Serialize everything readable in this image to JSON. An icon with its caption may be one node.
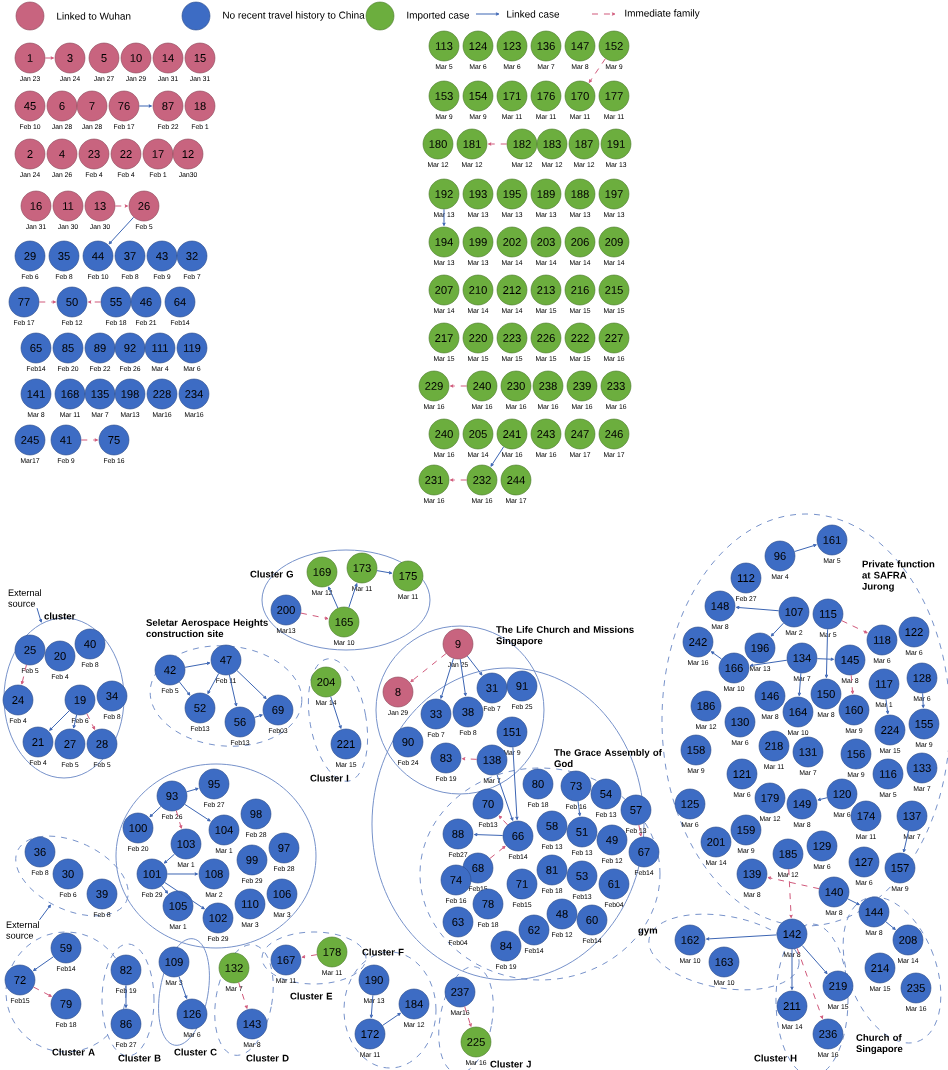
{
  "diagram": {
    "nodes": [
      {
        "text": [
          "1"
        ],
        "beside": [
          "Jan 23"
        ]
      },
      {
        "text": [
          "3"
        ],
        "beside": [
          "Jan 24"
        ]
      },
      {
        "text": [
          "5"
        ],
        "beside": [
          "Jan 27"
        ]
      },
      {
        "text": [
          "10"
        ],
        "beside": [
          "Jan 29"
        ]
      },
      {
        "text": [
          "14"
        ],
        "beside": [
          "Jan 31"
        ]
      },
      {
        "text": [
          "15"
        ],
        "beside": [
          "Jan 31"
        ]
      },
      {
        "text": [
          "45"
        ],
        "beside": [
          "Feb 10"
        ]
      },
      {
        "text": [
          "6"
        ],
        "beside": [
          "Jan 28"
        ]
      },
      {
        "text": [
          "7"
        ],
        "beside": [
          "Jan 28"
        ]
      },
      {
        "text": [
          "76"
        ],
        "beside": [
          "Feb 17"
        ]
      },
      {
        "text": [
          "87"
        ],
        "beside": [
          "Feb 22"
        ]
      },
      {
        "text": [
          "18"
        ],
        "beside": [
          "Feb 1"
        ]
      },
      {
        "text": [
          "2"
        ],
        "beside": [
          "Jan 24"
        ]
      },
      {
        "text": [
          "4"
        ],
        "beside": [
          "Jan 26"
        ]
      },
      {
        "text": [
          "23"
        ],
        "beside": [
          "Feb 4"
        ]
      },
      {
        "text": [
          "22"
        ],
        "beside": [
          "Feb 4"
        ]
      },
      {
        "text": [
          "17"
        ],
        "beside": [
          "Feb 1"
        ]
      },
      {
        "text": [
          "12"
        ],
        "beside": [
          "Jan30"
        ]
      },
      {
        "text": [
          "16"
        ],
        "beside": [
          "Jan 31"
        ]
      },
      {
        "text": [
          "11"
        ],
        "beside": [
          "Jan 30"
        ]
      },
      {
        "text": [
          "13"
        ],
        "beside": [
          "Jan 30"
        ]
      },
      {
        "text": [
          "26"
        ],
        "beside": [
          "Feb 5"
        ]
      },
      {
        "text": [
          "29"
        ],
        "beside": [
          "Feb 6"
        ]
      },
      {
        "text": [
          "35"
        ],
        "beside": [
          "Feb 8"
        ]
      },
      {
        "text": [
          "44"
        ],
        "beside": [
          "Feb 10"
        ]
      },
      {
        "text": [
          "37"
        ],
        "beside": [
          "Feb 8"
        ]
      },
      {
        "text": [
          "43"
        ],
        "beside": [
          "Feb 9"
        ]
      },
      {
        "text": [
          "32"
        ],
        "beside": [
          "Feb 7"
        ]
      },
      {
        "text": [
          "77"
        ],
        "beside": [
          "Feb 17"
        ]
      },
      {
        "text": [
          "50"
        ],
        "beside": [
          "Feb 12"
        ]
      },
      {
        "text": [
          "55"
        ],
        "beside": [
          "Feb 18"
        ]
      },
      {
        "text": [
          "46"
        ],
        "beside": [
          "Feb 21"
        ]
      },
      {
        "text": [
          "64"
        ],
        "beside": [
          "Feb14"
        ]
      },
      {
        "text": [
          "65"
        ],
        "beside": [
          "Feb14"
        ]
      },
      {
        "text": [
          "85"
        ],
        "beside": [
          "Feb 20"
        ]
      },
      {
        "text": [
          "89"
        ],
        "beside": [
          "Feb 22"
        ]
      },
      {
        "text": [
          "92"
        ],
        "beside": [
          "Feb 26"
        ]
      },
      {
        "text": [
          "111"
        ],
        "beside": [
          "Mar 4"
        ]
      },
      {
        "text": [
          "119"
        ],
        "beside": [
          "Mar 6"
        ]
      },
      {
        "text": [
          "141"
        ],
        "beside": [
          "Mar 8"
        ]
      },
      {
        "text": [
          "168"
        ],
        "beside": [
          "Mar 11"
        ]
      },
      {
        "text": [
          "135"
        ],
        "beside": [
          "Mar 7"
        ]
      },
      {
        "text": [
          "198"
        ],
        "beside": [
          "Mar13"
        ]
      },
      {
        "text": [
          "228"
        ],
        "beside": [
          "Mar16"
        ]
      },
      {
        "text": [
          "234"
        ],
        "beside": [
          "Mar16"
        ]
      },
      {
        "text": [
          "245"
        ],
        "beside": [
          "Mar17"
        ]
      },
      {
        "text": [
          "41"
        ],
        "beside": [
          "Feb 9"
        ]
      },
      {
        "text": [
          "75"
        ],
        "beside": [
          "Feb 16"
        ]
      },
      {
        "text": [
          "113"
        ],
        "beside": [
          "Mar 5"
        ]
      },
      {
        "text": [
          "124"
        ],
        "beside": [
          "Mar 6"
        ]
      },
      {
        "text": [
          "123"
        ],
        "beside": [
          "Mar 6"
        ]
      },
      {
        "text": [
          "136"
        ],
        "beside": [
          "Mar 7"
        ]
      },
      {
        "text": [
          "147"
        ],
        "beside": [
          "Mar 8"
        ]
      },
      {
        "text": [
          "152"
        ],
        "beside": [
          "Mar 9"
        ]
      },
      {
        "text": [
          "153"
        ],
        "beside": [
          "Mar 9"
        ]
      },
      {
        "text": [
          "154"
        ],
        "beside": [
          "Mar 9"
        ]
      },
      {
        "text": [
          "171"
        ],
        "beside": [
          "Mar 11"
        ]
      },
      {
        "text": [
          "176"
        ],
        "beside": [
          "Mar 11"
        ]
      },
      {
        "text": [
          "170"
        ],
        "beside": [
          "Mar 11"
        ]
      },
      {
        "text": [
          "177"
        ],
        "beside": [
          "Mar 11"
        ]
      },
      {
        "text": [
          "180"
        ],
        "beside": [
          "Mar 12"
        ]
      },
      {
        "text": [
          "181"
        ],
        "beside": [
          "Mar 12"
        ]
      },
      {
        "text": [
          "182"
        ],
        "beside": [
          "Mar 12"
        ]
      },
      {
        "text": [
          "183"
        ],
        "beside": [
          "Mar 12"
        ]
      },
      {
        "text": [
          "187"
        ],
        "beside": [
          "Mar 12"
        ]
      },
      {
        "text": [
          "191"
        ],
        "beside": [
          "Mar 13"
        ]
      },
      {
        "text": [
          "192"
        ],
        "beside": [
          "Mar 13"
        ]
      },
      {
        "text": [
          "193"
        ],
        "beside": [
          "Mar 13"
        ]
      },
      {
        "text": [
          "195"
        ],
        "beside": [
          "Mar 13"
        ]
      },
      {
        "text": [
          "189"
        ],
        "beside": [
          "Mar 13"
        ]
      },
      {
        "text": [
          "188"
        ],
        "beside": [
          "Mar 13"
        ]
      },
      {
        "text": [
          "197"
        ],
        "beside": [
          "Mar 13"
        ]
      },
      {
        "text": [
          "194"
        ],
        "beside": [
          "Mar 13"
        ]
      },
      {
        "text": [
          "199"
        ],
        "beside": [
          "Mar 13"
        ]
      },
      {
        "text": [
          "202"
        ],
        "beside": [
          "Mar 14"
        ]
      },
      {
        "text": [
          "203"
        ],
        "beside": [
          "Mar 14"
        ]
      },
      {
        "text": [
          "206"
        ],
        "beside": [
          "Mar 14"
        ]
      },
      {
        "text": [
          "209"
        ],
        "beside": [
          "Mar 14"
        ]
      },
      {
        "text": [
          "207"
        ],
        "beside": [
          "Mar 14"
        ]
      },
      {
        "text": [
          "210"
        ],
        "beside": [
          "Mar 14"
        ]
      },
      {
        "text": [
          "212"
        ],
        "beside": [
          "Mar 14"
        ]
      },
      {
        "text": [
          "213"
        ],
        "beside": [
          "Mar 15"
        ]
      },
      {
        "text": [
          "216"
        ],
        "beside": [
          "Mar 15"
        ]
      },
      {
        "text": [
          "215"
        ],
        "beside": [
          "Mar 15"
        ]
      },
      {
        "text": [
          "217"
        ],
        "beside": [
          "Mar 15"
        ]
      },
      {
        "text": [
          "220"
        ],
        "beside": [
          "Mar 15"
        ]
      },
      {
        "text": [
          "223"
        ],
        "beside": [
          "Mar 15"
        ]
      },
      {
        "text": [
          "226"
        ],
        "beside": [
          "Mar 15"
        ]
      },
      {
        "text": [
          "222"
        ],
        "beside": [
          "Mar 15"
        ]
      },
      {
        "text": [
          "227"
        ],
        "beside": [
          "Mar 16"
        ]
      },
      {
        "text": [
          "229"
        ],
        "beside": [
          "Mar 16"
        ]
      },
      {
        "text": [
          "240"
        ],
        "beside": [
          "Mar 16"
        ]
      },
      {
        "text": [
          "230"
        ],
        "beside": [
          "Mar 16"
        ]
      },
      {
        "text": [
          "238"
        ],
        "beside": [
          "Mar 16"
        ]
      },
      {
        "text": [
          "239"
        ],
        "beside": [
          "Mar 16"
        ]
      },
      {
        "text": [
          "233"
        ],
        "beside": [
          "Mar 16"
        ]
      },
      {
        "text": [
          "240"
        ],
        "beside": [
          "Mar 16"
        ]
      },
      {
        "text": [
          "205"
        ],
        "beside": [
          "Mar 14"
        ]
      },
      {
        "text": [
          "241"
        ],
        "beside": [
          "Mar 16"
        ]
      },
      {
        "text": [
          "243"
        ],
        "beside": [
          "Mar 16"
        ]
      },
      {
        "text": [
          "247"
        ],
        "beside": [
          "Mar 17"
        ]
      },
      {
        "text": [
          "246"
        ],
        "beside": [
          "Mar 17"
        ]
      },
      {
        "text": [
          "231"
        ],
        "beside": [
          "Mar 16"
        ]
      },
      {
        "text": [
          "232"
        ],
        "beside": [
          "Mar 16"
        ]
      },
      {
        "text": [
          "244"
        ],
        "beside": [
          "Mar 17"
        ]
      },
      {
        "text": [
          "External source"
        ]
      },
      {
        "text": [
          "cluster"
        ]
      },
      {
        "text": [
          "25"
        ],
        "beside": [
          "Feb 5"
        ],
        "in": 106
      },
      {
        "text": [
          "20"
        ],
        "beside": [
          "Feb 4"
        ],
        "in": 106
      },
      {
        "text": [
          "40"
        ],
        "beside": [
          "Feb 8"
        ],
        "in": 106
      },
      {
        "text": [
          "24"
        ],
        "beside": [
          "Feb 4"
        ],
        "in": 106
      },
      {
        "text": [
          "19"
        ],
        "beside": [
          "Feb 6"
        ],
        "in": 106
      },
      {
        "text": [
          "34"
        ],
        "beside": [
          "Feb 8"
        ],
        "in": 106
      },
      {
        "text": [
          "21"
        ],
        "beside": [
          "Feb 4"
        ],
        "in": 106
      },
      {
        "text": [
          "27"
        ],
        "beside": [
          "Feb 5"
        ],
        "in": 106
      },
      {
        "text": [
          "28"
        ],
        "beside": [
          "Feb 5"
        ],
        "in": 106
      },
      {
        "text": [
          "Seletar Aerospace Heights construction site"
        ]
      },
      {
        "text": [
          "42"
        ],
        "beside": [
          "Feb 5"
        ],
        "in": 116
      },
      {
        "text": [
          "47"
        ],
        "beside": [
          "Feb 11"
        ],
        "in": 116
      },
      {
        "text": [
          "52"
        ],
        "beside": [
          "Feb13"
        ],
        "in": 116
      },
      {
        "text": [
          "56"
        ],
        "beside": [
          "Feb13"
        ],
        "in": 116
      },
      {
        "text": [
          "69"
        ],
        "beside": [
          "Feb03"
        ],
        "in": 116
      },
      {
        "text": [
          "Cluster G"
        ]
      },
      {
        "text": [
          "169"
        ],
        "beside": [
          "Mar 12"
        ],
        "in": 122
      },
      {
        "text": [
          "173"
        ],
        "beside": [
          "Mar 11"
        ],
        "in": 122
      },
      {
        "text": [
          "175"
        ],
        "beside": [
          "Mar 11"
        ],
        "in": 122
      },
      {
        "text": [
          "200"
        ],
        "beside": [
          "Mar13"
        ],
        "in": 122
      },
      {
        "text": [
          "165"
        ],
        "beside": [
          "Mar 10"
        ],
        "in": 122
      },
      {
        "text": [
          "Cluster I"
        ]
      },
      {
        "text": [
          "204"
        ],
        "beside": [
          "Mar 14"
        ],
        "in": 128
      },
      {
        "text": [
          "221"
        ],
        "beside": [
          "Mar 15"
        ],
        "in": 128
      },
      {
        "text": [],
        "shape": "ellipse"
      },
      {
        "text": [
          "The Life Church and Missions Singapore"
        ]
      },
      {
        "text": [
          "9"
        ],
        "beside": [
          "Jan 25"
        ],
        "in": 132
      },
      {
        "text": [
          "8"
        ],
        "beside": [
          "Jan 29"
        ],
        "in": 132
      },
      {
        "text": [
          "33"
        ],
        "beside": [
          "Feb 7"
        ]
      },
      {
        "text": [
          "38"
        ],
        "beside": [
          "Feb 8"
        ]
      },
      {
        "text": [
          "31"
        ],
        "beside": [
          "Feb 7"
        ]
      },
      {
        "text": [
          "91"
        ],
        "beside": [
          "Feb 25"
        ]
      },
      {
        "text": [
          "151"
        ],
        "beside": [
          "Mar 9"
        ]
      },
      {
        "text": [
          "90"
        ],
        "beside": [
          "Feb 24"
        ]
      },
      {
        "text": [
          "83"
        ],
        "beside": [
          "Feb 19"
        ]
      },
      {
        "text": [
          "138"
        ],
        "beside": [
          "Mar 7"
        ]
      },
      {
        "text": [
          "The Grace Assembly of God"
        ],
        "in": 131
      },
      {
        "text": [
          "80"
        ],
        "beside": [
          "Feb 18"
        ],
        "in": 143
      },
      {
        "text": [
          "73"
        ],
        "beside": [
          "Feb 16"
        ],
        "in": 143
      },
      {
        "text": [
          "54"
        ],
        "beside": [
          "Feb 13"
        ],
        "in": 143
      },
      {
        "text": [
          "57"
        ],
        "beside": [
          "Feb 13"
        ],
        "in": 143
      },
      {
        "text": [
          "70"
        ],
        "beside": [
          "Feb13"
        ],
        "in": 143
      },
      {
        "text": [
          "88"
        ],
        "beside": [
          "Feb27"
        ],
        "in": 143
      },
      {
        "text": [
          "66"
        ],
        "beside": [
          "Feb14"
        ],
        "in": 143
      },
      {
        "text": [
          "58"
        ],
        "beside": [
          "Feb 13"
        ],
        "in": 143
      },
      {
        "text": [
          "51"
        ],
        "beside": [
          "Feb 13"
        ],
        "in": 143
      },
      {
        "text": [
          "49"
        ],
        "beside": [
          "Feb 12"
        ],
        "in": 143
      },
      {
        "text": [
          "67"
        ],
        "beside": [
          "Feb14"
        ],
        "in": 143
      },
      {
        "text": [
          "68"
        ],
        "beside": [
          "Feb15"
        ],
        "in": 143
      },
      {
        "text": [
          "74"
        ],
        "beside": [
          "Feb 16"
        ],
        "in": 143
      },
      {
        "text": [
          "71"
        ],
        "beside": [
          "Feb15"
        ],
        "in": 143
      },
      {
        "text": [
          "81"
        ],
        "beside": [
          "Feb 18"
        ],
        "in": 143
      },
      {
        "text": [
          "53"
        ],
        "beside": [
          "Feb13"
        ],
        "in": 143
      },
      {
        "text": [
          "61"
        ],
        "beside": [
          "Feb04"
        ],
        "in": 143
      },
      {
        "text": [
          "78"
        ],
        "beside": [
          "Feb 18"
        ],
        "in": 143
      },
      {
        "text": [
          "63"
        ],
        "beside": [
          "Feb04"
        ],
        "in": 143
      },
      {
        "text": [
          "48"
        ],
        "beside": [
          "Feb 12"
        ],
        "in": 143
      },
      {
        "text": [
          "60"
        ],
        "beside": [
          "Feb14"
        ],
        "in": 143
      },
      {
        "text": [
          "62"
        ],
        "beside": [
          "Feb14"
        ],
        "in": 143
      },
      {
        "text": [
          "84"
        ],
        "beside": [
          "Feb 19"
        ],
        "in": 143
      },
      {
        "text": [],
        "shape": "ellipse"
      },
      {
        "text": [
          "36"
        ],
        "beside": [
          "Feb 8"
        ],
        "in": 167
      },
      {
        "text": [
          "30"
        ],
        "beside": [
          "Feb 6"
        ],
        "in": 167
      },
      {
        "text": [
          "39"
        ],
        "beside": [
          "Feb 8"
        ],
        "in": 167
      },
      {
        "text": [
          "External source"
        ]
      },
      {
        "text": [],
        "shape": "ellipse"
      },
      {
        "text": [
          "95"
        ],
        "beside": [
          "Feb 27"
        ],
        "in": 172
      },
      {
        "text": [
          "93"
        ],
        "beside": [
          "Feb 26"
        ],
        "in": 172
      },
      {
        "text": [
          "100"
        ],
        "beside": [
          "Feb 20"
        ],
        "in": 172
      },
      {
        "text": [
          "104"
        ],
        "beside": [
          "Mar 1"
        ],
        "in": 172
      },
      {
        "text": [
          "98"
        ],
        "beside": [
          "Feb 28"
        ],
        "in": 172
      },
      {
        "text": [
          "103"
        ],
        "beside": [
          "Mar 1"
        ],
        "in": 172
      },
      {
        "text": [
          "97"
        ],
        "beside": [
          "Feb 28"
        ],
        "in": 172
      },
      {
        "text": [
          "99"
        ],
        "beside": [
          "Feb 29"
        ],
        "in": 172
      },
      {
        "text": [
          "101"
        ],
        "beside": [
          "Feb 29"
        ],
        "in": 172
      },
      {
        "text": [
          "108"
        ],
        "beside": [
          "Mar 2"
        ],
        "in": 172
      },
      {
        "text": [
          "106"
        ],
        "beside": [
          "Mar 3"
        ],
        "in": 172
      },
      {
        "text": [
          "110"
        ],
        "beside": [
          "Mar 3"
        ],
        "in": 172
      },
      {
        "text": [
          "105"
        ],
        "beside": [
          "Mar 1"
        ],
        "in": 172
      },
      {
        "text": [
          "102"
        ],
        "beside": [
          "Feb 29"
        ],
        "in": 172
      },
      {
        "text": [
          "Cluster A"
        ]
      },
      {
        "text": [
          "59"
        ],
        "beside": [
          "Feb14"
        ],
        "in": 187
      },
      {
        "text": [
          "72"
        ],
        "beside": [
          "Feb15"
        ],
        "in": 187
      },
      {
        "text": [
          "79"
        ],
        "beside": [
          "Feb 18"
        ],
        "in": 187
      },
      {
        "text": [
          "Cluster B"
        ]
      },
      {
        "text": [
          "82"
        ],
        "beside": [
          "Feb 19"
        ],
        "in": 191
      },
      {
        "text": [
          "86"
        ],
        "beside": [
          "Feb 27"
        ],
        "in": 191
      },
      {
        "text": [
          "Cluster C"
        ]
      },
      {
        "text": [
          "109"
        ],
        "beside": [
          "Mar 3"
        ],
        "in": 194
      },
      {
        "text": [
          "126"
        ],
        "beside": [
          "Mar 6"
        ],
        "in": 194
      },
      {
        "text": [
          "Cluster D"
        ]
      },
      {
        "text": [
          "132"
        ],
        "beside": [
          "Mar 7"
        ],
        "in": 197
      },
      {
        "text": [
          "143"
        ],
        "beside": [
          "Mar 8"
        ],
        "in": 197
      },
      {
        "text": [
          "Cluster E"
        ]
      },
      {
        "text": [
          "167"
        ],
        "beside": [
          "Mar 11"
        ],
        "in": 200
      },
      {
        "text": [
          "178"
        ],
        "beside": [
          "Mar 11"
        ],
        "in": 200
      },
      {
        "text": [
          "Cluster F"
        ]
      },
      {
        "text": [
          "190"
        ],
        "beside": [
          "Mar 13"
        ],
        "in": 203
      },
      {
        "text": [
          "184"
        ],
        "beside": [
          "Mar 12"
        ],
        "in": 203
      },
      {
        "text": [
          "172"
        ],
        "beside": [
          "Mar 11"
        ],
        "in": 203
      },
      {
        "text": [
          "Cluster J"
        ]
      },
      {
        "text": [
          "237"
        ],
        "beside": [
          "Mar16"
        ],
        "in": 207
      },
      {
        "text": [
          "225"
        ],
        "beside": [
          "Mar 16"
        ],
        "in": 207
      },
      {
        "text": [
          "Private function at SAFRA Jurong"
        ]
      },
      {
        "text": [
          "96"
        ],
        "beside": [
          "Mar 4"
        ],
        "in": 210
      },
      {
        "text": [
          "161"
        ],
        "beside": [
          "Mar 5"
        ],
        "in": 210
      },
      {
        "text": [
          "112"
        ],
        "beside": [
          "Feb 27"
        ],
        "in": 210
      },
      {
        "text": [
          "148"
        ],
        "beside": [
          "Mar 8"
        ],
        "in": 210
      },
      {
        "text": [
          "107"
        ],
        "beside": [
          "Mar 2"
        ],
        "in": 210
      },
      {
        "text": [
          "115"
        ],
        "beside": [
          "Mar 5"
        ],
        "in": 210
      },
      {
        "text": [
          "118"
        ],
        "beside": [
          "Mar 6"
        ],
        "in": 210
      },
      {
        "text": [
          "122"
        ],
        "beside": [
          "Mar 6"
        ],
        "in": 210
      },
      {
        "text": [
          "242"
        ],
        "beside": [
          "Mar 16"
        ],
        "in": 210
      },
      {
        "text": [
          "196"
        ],
        "beside": [
          "Mar 13"
        ],
        "in": 210
      },
      {
        "text": [
          "166"
        ],
        "beside": [
          "Mar 10"
        ],
        "in": 210
      },
      {
        "text": [
          "134"
        ],
        "beside": [
          "Mar 7"
        ],
        "in": 210
      },
      {
        "text": [
          "145"
        ],
        "beside": [
          "Mar 8"
        ],
        "in": 210
      },
      {
        "text": [
          "117"
        ],
        "beside": [
          "Mar 1"
        ],
        "in": 210
      },
      {
        "text": [
          "128"
        ],
        "beside": [
          "Mar 6"
        ],
        "in": 210
      },
      {
        "text": [
          "146"
        ],
        "beside": [
          "Mar 8"
        ],
        "in": 210
      },
      {
        "text": [
          "150"
        ],
        "beside": [
          "Mar 8"
        ],
        "in": 210
      },
      {
        "text": [
          "164"
        ],
        "beside": [
          "Mar 10"
        ],
        "in": 210
      },
      {
        "text": [
          "160"
        ],
        "beside": [
          "Mar 9"
        ],
        "in": 210
      },
      {
        "text": [
          "186"
        ],
        "beside": [
          "Mar 12"
        ],
        "in": 210
      },
      {
        "text": [
          "224"
        ],
        "beside": [
          "Mar 15"
        ],
        "in": 210
      },
      {
        "text": [
          "155"
        ],
        "beside": [
          "Mar 9"
        ],
        "in": 210
      },
      {
        "text": [
          "130"
        ],
        "beside": [
          "Mar 6"
        ],
        "in": 210
      },
      {
        "text": [
          "218"
        ],
        "beside": [
          "Mar 11"
        ],
        "in": 210
      },
      {
        "text": [
          "131"
        ],
        "beside": [
          "Mar 7"
        ],
        "in": 210
      },
      {
        "text": [
          "156"
        ],
        "beside": [
          "Mar 9"
        ],
        "in": 210
      },
      {
        "text": [
          "116"
        ],
        "beside": [
          "Mar 5"
        ],
        "in": 210
      },
      {
        "text": [
          "133"
        ],
        "beside": [
          "Mar 7"
        ],
        "in": 210
      },
      {
        "text": [
          "158"
        ],
        "beside": [
          "Mar 9"
        ],
        "in": 210
      },
      {
        "text": [
          "121"
        ],
        "beside": [
          "Mar 6"
        ],
        "in": 210
      },
      {
        "text": [
          "179"
        ],
        "beside": [
          "Mar 12"
        ],
        "in": 210
      },
      {
        "text": [
          "149"
        ],
        "beside": [
          "Mar 8"
        ],
        "in": 210
      },
      {
        "text": [
          "120"
        ],
        "beside": [
          "Mar 6"
        ],
        "in": 210
      },
      {
        "text": [
          "174"
        ],
        "beside": [
          "Mar 11"
        ],
        "in": 210
      },
      {
        "text": [
          "137"
        ],
        "beside": [
          "Mar 7"
        ],
        "in": 210
      },
      {
        "text": [
          "125"
        ],
        "beside": [
          "Mar 6"
        ],
        "in": 210
      },
      {
        "text": [
          "201"
        ],
        "beside": [
          "Mar 14"
        ],
        "in": 210
      },
      {
        "text": [
          "159"
        ],
        "beside": [
          "Mar 9"
        ],
        "in": 210
      },
      {
        "text": [
          "185"
        ],
        "beside": [
          "Mar 12"
        ],
        "in": 210
      },
      {
        "text": [
          "129"
        ],
        "beside": [
          "Mar 6"
        ],
        "in": 210
      },
      {
        "text": [
          "127"
        ],
        "beside": [
          "Mar 6"
        ],
        "in": 210
      },
      {
        "text": [
          "157"
        ],
        "beside": [
          "Mar 9"
        ],
        "in": 210
      },
      {
        "text": [
          "139"
        ],
        "beside": [
          "Mar 8"
        ],
        "in": 210
      },
      {
        "text": [
          "140"
        ],
        "beside": [
          "Mar 8"
        ],
        "in": 210
      },
      {
        "text": [
          "gym"
        ]
      },
      {
        "text": [
          "162"
        ],
        "beside": [
          "Mar 10"
        ],
        "in": 255
      },
      {
        "text": [
          "163"
        ],
        "beside": [
          "Mar 10"
        ],
        "in": 255
      },
      {
        "text": [
          "142"
        ],
        "beside": [
          "Mar 8"
        ]
      },
      {
        "text": [
          "Church of Singapore"
        ]
      },
      {
        "text": [
          "144"
        ],
        "beside": [
          "Mar 8"
        ],
        "in": 259
      },
      {
        "text": [
          "208"
        ],
        "beside": [
          "Mar 14"
        ],
        "in": 259
      },
      {
        "text": [
          "214"
        ],
        "beside": [
          "Mar 15"
        ],
        "in": 259
      },
      {
        "text": [
          "235"
        ],
        "beside": [
          "Mar 16"
        ],
        "in": 259
      },
      {
        "text": [
          "Cluster H"
        ]
      },
      {
        "text": [
          "211"
        ],
        "beside": [
          "Mar 14"
        ],
        "in": 264
      },
      {
        "text": [
          "219"
        ],
        "beside": [
          "Mar 15"
        ],
        "in": 264
      },
      {
        "text": [
          "236"
        ],
        "beside": [
          "Mar 16"
        ],
        "in": 264
      }
    ],
    "edges": [
      {
        "from": 0,
        "to": 1,
        "arrow": "to",
        "style": "dashed",
        "color": "#d0587a"
      },
      {
        "from": 9,
        "to": 10,
        "arrow": "to"
      },
      {
        "from": 20,
        "to": 21,
        "arrow": "to",
        "style": "dashed",
        "color": "#d0587a"
      },
      {
        "from": 21,
        "to": 24,
        "arrow": "to"
      },
      {
        "from": 28,
        "to": 29,
        "arrow": "to",
        "style": "dashed",
        "color": "#d0587a"
      },
      {
        "from": 30,
        "to": 29,
        "arrow": "to",
        "style": "dashed",
        "color": "#d0587a"
      },
      {
        "from": 46,
        "to": 47,
        "arrow": "to",
        "style": "dashed",
        "color": "#d0587a"
      },
      {
        "from": 53,
        "to": 58,
        "arrow": "to",
        "style": "dashed",
        "color": "#d0587a"
      },
      {
        "from": 62,
        "to": 61,
        "arrow": "to",
        "style": "dashed",
        "color": "#d0587a"
      },
      {
        "from": 66,
        "to": 72,
        "arrow": "to"
      },
      {
        "from": 91,
        "to": 90,
        "arrow": "to",
        "style": "dashed",
        "color": "#d0587a"
      },
      {
        "from": 103,
        "to": 102,
        "arrow": "to",
        "style": "dashed",
        "color": "#d0587a"
      },
      {
        "from": 98,
        "to": 103,
        "arrow": "to"
      },
      {
        "from": 105,
        "to": 106,
        "arrow": "to"
      },
      {
        "from": 107,
        "to": 110,
        "arrow": "to",
        "style": "dashed",
        "color": "#d0587a"
      },
      {
        "from": 111,
        "to": 113,
        "arrow": "to"
      },
      {
        "from": 111,
        "to": 114,
        "arrow": "to"
      },
      {
        "from": 111,
        "to": 115,
        "arrow": "to",
        "style": "dashed",
        "color": "#d0587a"
      },
      {
        "from": 117,
        "to": 118,
        "arrow": "to"
      },
      {
        "from": 117,
        "to": 119,
        "arrow": "to"
      },
      {
        "from": 118,
        "to": 119,
        "arrow": "to"
      },
      {
        "from": 118,
        "to": 120,
        "arrow": "to"
      },
      {
        "from": 118,
        "to": 121,
        "arrow": "to"
      },
      {
        "from": 120,
        "to": 121,
        "arrow": "to"
      },
      {
        "from": 126,
        "to": 127,
        "arrow": "to",
        "style": "dashed",
        "color": "#d0587a"
      },
      {
        "from": 127,
        "to": 123,
        "arrow": "to"
      },
      {
        "from": 127,
        "to": 124,
        "arrow": "to"
      },
      {
        "from": 124,
        "to": 125,
        "arrow": "to"
      },
      {
        "from": 129,
        "to": 130,
        "arrow": "to"
      },
      {
        "from": 133,
        "to": 134,
        "arrow": "to",
        "style": "dashed",
        "color": "#d0587a"
      },
      {
        "from": 133,
        "to": 135,
        "arrow": "to"
      },
      {
        "from": 133,
        "to": 136,
        "arrow": "to"
      },
      {
        "from": 133,
        "to": 137,
        "arrow": "to"
      },
      {
        "from": 142,
        "to": 141,
        "arrow": "to",
        "style": "dashed",
        "color": "#d0587a"
      },
      {
        "from": 139,
        "to": 150,
        "arrow": "to"
      },
      {
        "from": 142,
        "to": 150,
        "arrow": "to"
      },
      {
        "from": 150,
        "to": 148,
        "arrow": "to",
        "style": "dashed",
        "color": "#d0587a"
      },
      {
        "from": 150,
        "to": 149,
        "arrow": "to"
      },
      {
        "from": 155,
        "to": 150,
        "arrow": "to",
        "style": "dashed",
        "color": "#d0587a"
      },
      {
        "from": 145,
        "to": 152,
        "arrow": "to"
      },
      {
        "from": 147,
        "to": 154,
        "arrow": "to",
        "style": "dashed",
        "color": "#d0587a"
      },
      {
        "from": 171,
        "to": 167,
        "arrow": "to"
      },
      {
        "from": 174,
        "to": 173,
        "arrow": "to"
      },
      {
        "from": 174,
        "to": 175,
        "arrow": "to"
      },
      {
        "from": 174,
        "to": 176,
        "arrow": "to"
      },
      {
        "from": 174,
        "to": 178,
        "arrow": "to",
        "style": "dashed",
        "color": "#d0587a"
      },
      {
        "from": 178,
        "to": 181,
        "arrow": "to"
      },
      {
        "from": 181,
        "to": 185,
        "arrow": "to"
      },
      {
        "from": 181,
        "to": 186,
        "arrow": "to"
      },
      {
        "from": 181,
        "to": 182,
        "arrow": "to"
      },
      {
        "from": 188,
        "to": 189,
        "arrow": "to"
      },
      {
        "from": 189,
        "to": 190,
        "arrow": "to",
        "style": "dashed",
        "color": "#d0587a"
      },
      {
        "from": 192,
        "to": 193,
        "arrow": "to"
      },
      {
        "from": 195,
        "to": 196,
        "arrow": "to"
      },
      {
        "from": 198,
        "to": 199,
        "arrow": "to",
        "style": "dashed",
        "color": "#d0587a"
      },
      {
        "from": 202,
        "to": 201,
        "arrow": "to",
        "style": "dashed",
        "color": "#d0587a"
      },
      {
        "from": 204,
        "to": 206,
        "arrow": "to"
      },
      {
        "from": 206,
        "to": 205,
        "arrow": "to"
      },
      {
        "from": 208,
        "to": 209,
        "arrow": "to",
        "style": "dashed",
        "color": "#d0587a"
      },
      {
        "from": 211,
        "to": 212,
        "arrow": "to"
      },
      {
        "from": 215,
        "to": 214,
        "arrow": "to"
      },
      {
        "from": 215,
        "to": 220,
        "arrow": "to"
      },
      {
        "from": 216,
        "to": 217,
        "arrow": "to",
        "style": "dashed",
        "color": "#d0587a"
      },
      {
        "from": 216,
        "to": 227,
        "arrow": "to"
      },
      {
        "from": 222,
        "to": 221,
        "arrow": "to"
      },
      {
        "from": 222,
        "to": 223,
        "arrow": "to"
      },
      {
        "from": 222,
        "to": 228,
        "arrow": "to"
      },
      {
        "from": 223,
        "to": 229,
        "arrow": "to",
        "style": "dashed",
        "color": "#d0587a"
      },
      {
        "from": 224,
        "to": 231,
        "arrow": "to"
      },
      {
        "from": 225,
        "to": 232,
        "arrow": "to"
      },
      {
        "from": 221,
        "to": 219,
        "arrow": "to"
      },
      {
        "from": 243,
        "to": 242,
        "arrow": "to"
      },
      {
        "from": 245,
        "to": 252,
        "arrow": "to"
      },
      {
        "from": 254,
        "to": 253,
        "arrow": "to",
        "style": "dashed",
        "color": "#d0587a"
      },
      {
        "from": 249,
        "to": 258,
        "arrow": "to",
        "style": "dashed",
        "color": "#d0587a"
      },
      {
        "from": 254,
        "to": 260,
        "arrow": "to"
      },
      {
        "from": 258,
        "to": 256,
        "arrow": "to"
      },
      {
        "from": 258,
        "to": 265,
        "arrow": "to"
      },
      {
        "from": 258,
        "to": 266,
        "arrow": "to"
      },
      {
        "from": 258,
        "to": 267,
        "arrow": "to",
        "style": "dashed",
        "color": "#d0587a"
      },
      {
        "from": 260,
        "to": 261,
        "arrow": "to"
      }
    ],
    "legend": [
      {
        "text": "Linked to Wuhan",
        "color": "#c8647f"
      },
      {
        "text": "No recent travel history to China",
        "color": "#3d6cc4"
      },
      {
        "text": "Imported case",
        "color": "#6cae3e"
      },
      {
        "text": "Linked case"
      },
      {
        "text": "Immediate family"
      }
    ]
  }
}
